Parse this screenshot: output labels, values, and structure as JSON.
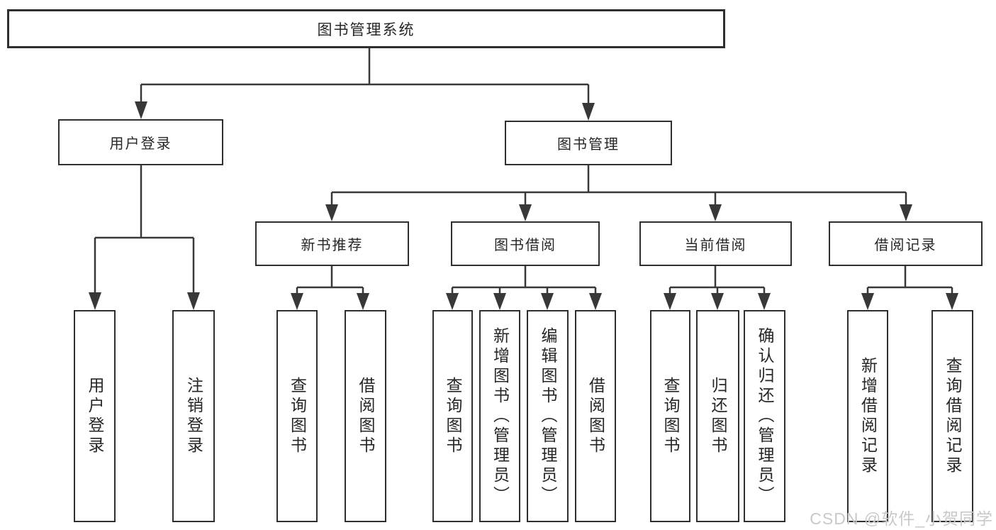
{
  "diagram_title": "图书管理系统",
  "nodes": {
    "root": "图书管理系统",
    "user_login": "用户登录",
    "book_manage": "图书管理",
    "new_book": "新书推荐",
    "book_borrow": "图书借阅",
    "current_borrow": "当前借阅",
    "borrow_records": "借阅记录"
  },
  "leaves": [
    "用户登录",
    "注销登录",
    "查询图书",
    "借阅图书",
    "查询图书",
    "新增图书（管理员）",
    "编辑图书（管理员）",
    "借阅图书",
    "查询图书",
    "归还图书",
    "确认归还（管理员）",
    "新增借阅记录",
    "查询借阅记录"
  ],
  "structure": {
    "图书管理系统": [
      "用户登录",
      "图书管理"
    ],
    "用户登录": [
      "用户登录",
      "注销登录"
    ],
    "图书管理": [
      "新书推荐",
      "图书借阅",
      "当前借阅",
      "借阅记录"
    ],
    "新书推荐": [
      "查询图书",
      "借阅图书"
    ],
    "图书借阅": [
      "查询图书",
      "新增图书（管理员）",
      "编辑图书（管理员）",
      "借阅图书"
    ],
    "当前借阅": [
      "查询图书",
      "归还图书",
      "确认归还（管理员）"
    ],
    "借阅记录": [
      "新增借阅记录",
      "查询借阅记录"
    ]
  },
  "watermark": "CSDN @软件_小贺同学",
  "colors": {
    "line": "#383838",
    "box_border": "#2f2f2f",
    "text": "#262626",
    "watermark": "#c9c9c9",
    "background": "#ffffff"
  }
}
